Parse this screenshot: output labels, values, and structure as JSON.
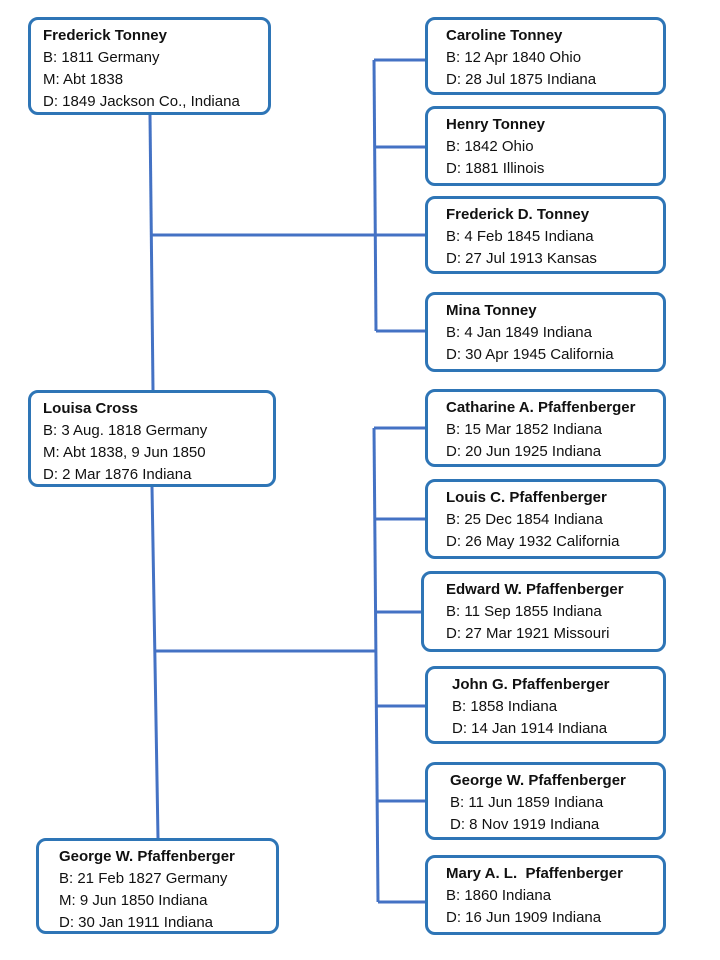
{
  "colors": {
    "accent": "#2e75b6",
    "line": "#4472c4"
  },
  "parents": [
    {
      "name": "Frederick Tonney",
      "lines": [
        "B: 1811 Germany",
        "M: Abt 1838",
        "D: 1849 Jackson Co., Indiana"
      ]
    },
    {
      "name": "Louisa Cross",
      "lines": [
        "B: 3 Aug. 1818 Germany",
        "M: Abt 1838, 9 Jun 1850",
        "D: 2 Mar 1876 Indiana"
      ]
    },
    {
      "name": "George W. Pfaffenberger",
      "lines": [
        "B: 21 Feb 1827 Germany",
        "M: 9 Jun 1850 Indiana",
        "D: 30 Jan 1911 Indiana"
      ]
    }
  ],
  "tonney_children": [
    {
      "name": "Caroline Tonney",
      "lines": [
        "B: 12 Apr 1840 Ohio",
        "D: 28 Jul 1875 Indiana"
      ]
    },
    {
      "name": "Henry Tonney",
      "lines": [
        "B: 1842 Ohio",
        "D: 1881 Illinois"
      ]
    },
    {
      "name": "Frederick D. Tonney",
      "lines": [
        "B: 4 Feb 1845 Indiana",
        "D: 27 Jul 1913 Kansas"
      ]
    },
    {
      "name": "Mina Tonney",
      "lines": [
        "B: 4 Jan 1849 Indiana",
        "D: 30 Apr 1945 California"
      ]
    }
  ],
  "pfaffenberger_children": [
    {
      "name": "Catharine A. Pfaffenberger",
      "lines": [
        "B: 15 Mar 1852 Indiana",
        "D: 20 Jun 1925 Indiana"
      ]
    },
    {
      "name": "Louis C. Pfaffenberger",
      "lines": [
        "B: 25 Dec 1854 Indiana",
        "D: 26 May 1932 California"
      ]
    },
    {
      "name": "Edward W. Pfaffenberger",
      "lines": [
        "B: 11 Sep 1855 Indiana",
        "D: 27 Mar 1921 Missouri"
      ]
    },
    {
      "name": "John G. Pfaffenberger",
      "lines": [
        "B: 1858 Indiana",
        "D: 14 Jan 1914 Indiana"
      ]
    },
    {
      "name": "George W. Pfaffenberger",
      "lines": [
        "B: 11 Jun 1859 Indiana",
        "D: 8 Nov 1919 Indiana"
      ]
    },
    {
      "name": "Mary A. L.  Pfaffenberger",
      "lines": [
        "B: 1860 Indiana",
        "D: 16 Jun 1909 Indiana"
      ]
    }
  ]
}
